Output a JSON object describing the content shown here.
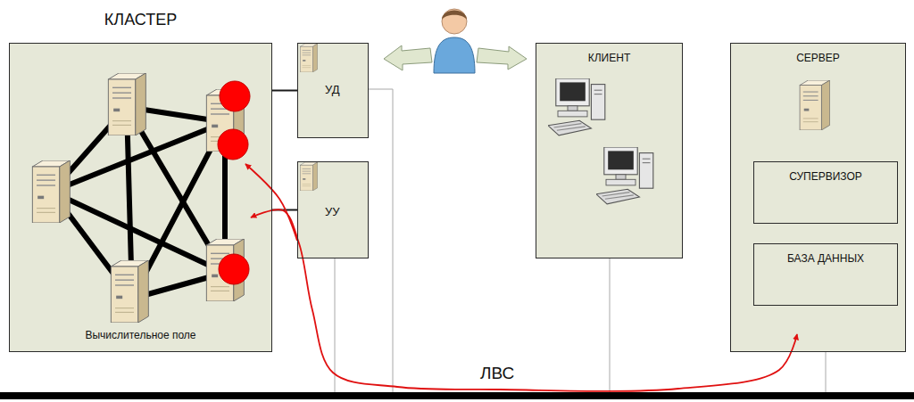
{
  "diagram": {
    "nodes": [
      {
        "text": [
          "КЛАСТЕР",
          "Вычислительное поле"
        ]
      },
      {
        "text": [
          "УД"
        ]
      },
      {
        "text": [
          "УУ"
        ]
      },
      {
        "text": [
          "КЛИЕНТ"
        ]
      },
      {
        "text": [
          "СЕРВЕР"
        ]
      },
      {
        "text": [
          "СУПЕРВИЗОР"
        ],
        "in": 4
      },
      {
        "text": [
          "БАЗА ДАННЫХ"
        ],
        "in": 4
      },
      {
        "text": [
          "ЛВС"
        ]
      }
    ],
    "edges": [
      {
        "from": 0,
        "to": 1,
        "arrow": "none"
      },
      {
        "from": 0,
        "to": 2,
        "arrow": "none"
      },
      {
        "from": 1,
        "to": 7,
        "arrow": "none"
      },
      {
        "from": 2,
        "to": 7,
        "arrow": "none"
      },
      {
        "from": 3,
        "to": 7,
        "arrow": "none"
      },
      {
        "from": 4,
        "to": 7,
        "arrow": "none"
      },
      {
        "from": 0,
        "to": 4,
        "arrow": "both"
      }
    ]
  }
}
